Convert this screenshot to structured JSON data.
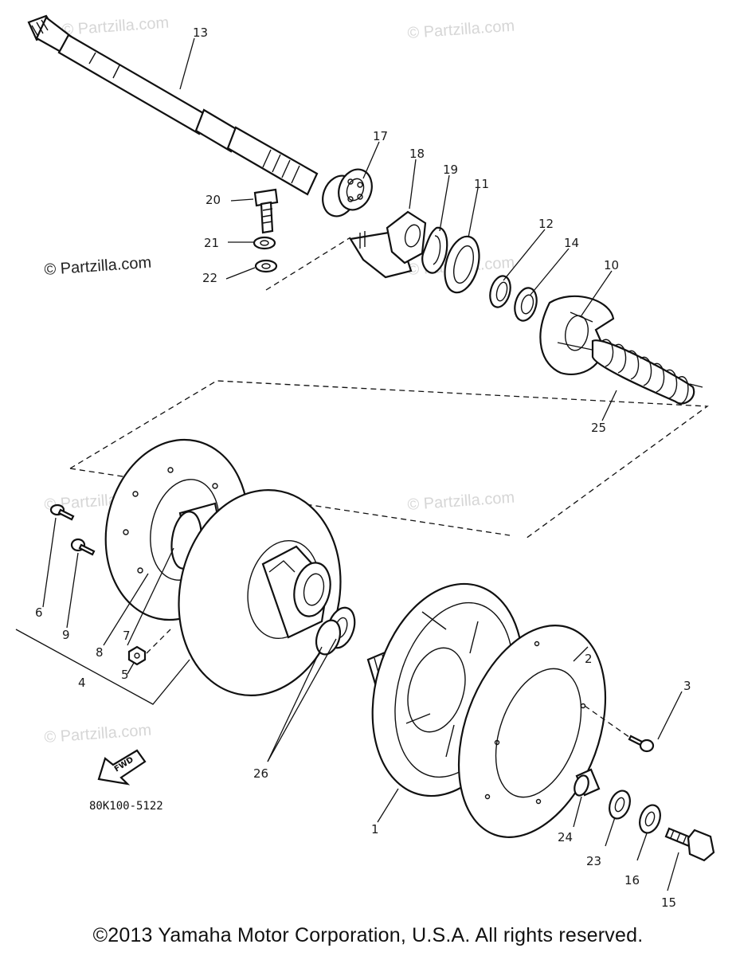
{
  "watermarks": [
    "© Partzilla.com",
    "© Partzilla.com",
    "© Partzilla.com",
    "© Partzilla.com",
    "© Partzilla.com",
    "© Partzilla.com",
    "© Partzilla.com"
  ],
  "diagram_code": "80K100-5122",
  "fwd_label": "FWD",
  "copyright": "©2013  Yamaha Motor Corporation, U.S.A. All rights reserved.",
  "callouts": {
    "p1": "1",
    "p2": "2",
    "p3": "3",
    "p4": "4",
    "p5": "5",
    "p6": "6",
    "p7": "7",
    "p8": "8",
    "p9": "9",
    "p10": "10",
    "p11": "11",
    "p12": "12",
    "p13": "13",
    "p14": "14",
    "p15": "15",
    "p16": "16",
    "p17": "17",
    "p18": "18",
    "p19": "19",
    "p20": "20",
    "p21": "21",
    "p22": "22",
    "p23": "23",
    "p24": "24",
    "p25": "25",
    "p26": "26"
  }
}
